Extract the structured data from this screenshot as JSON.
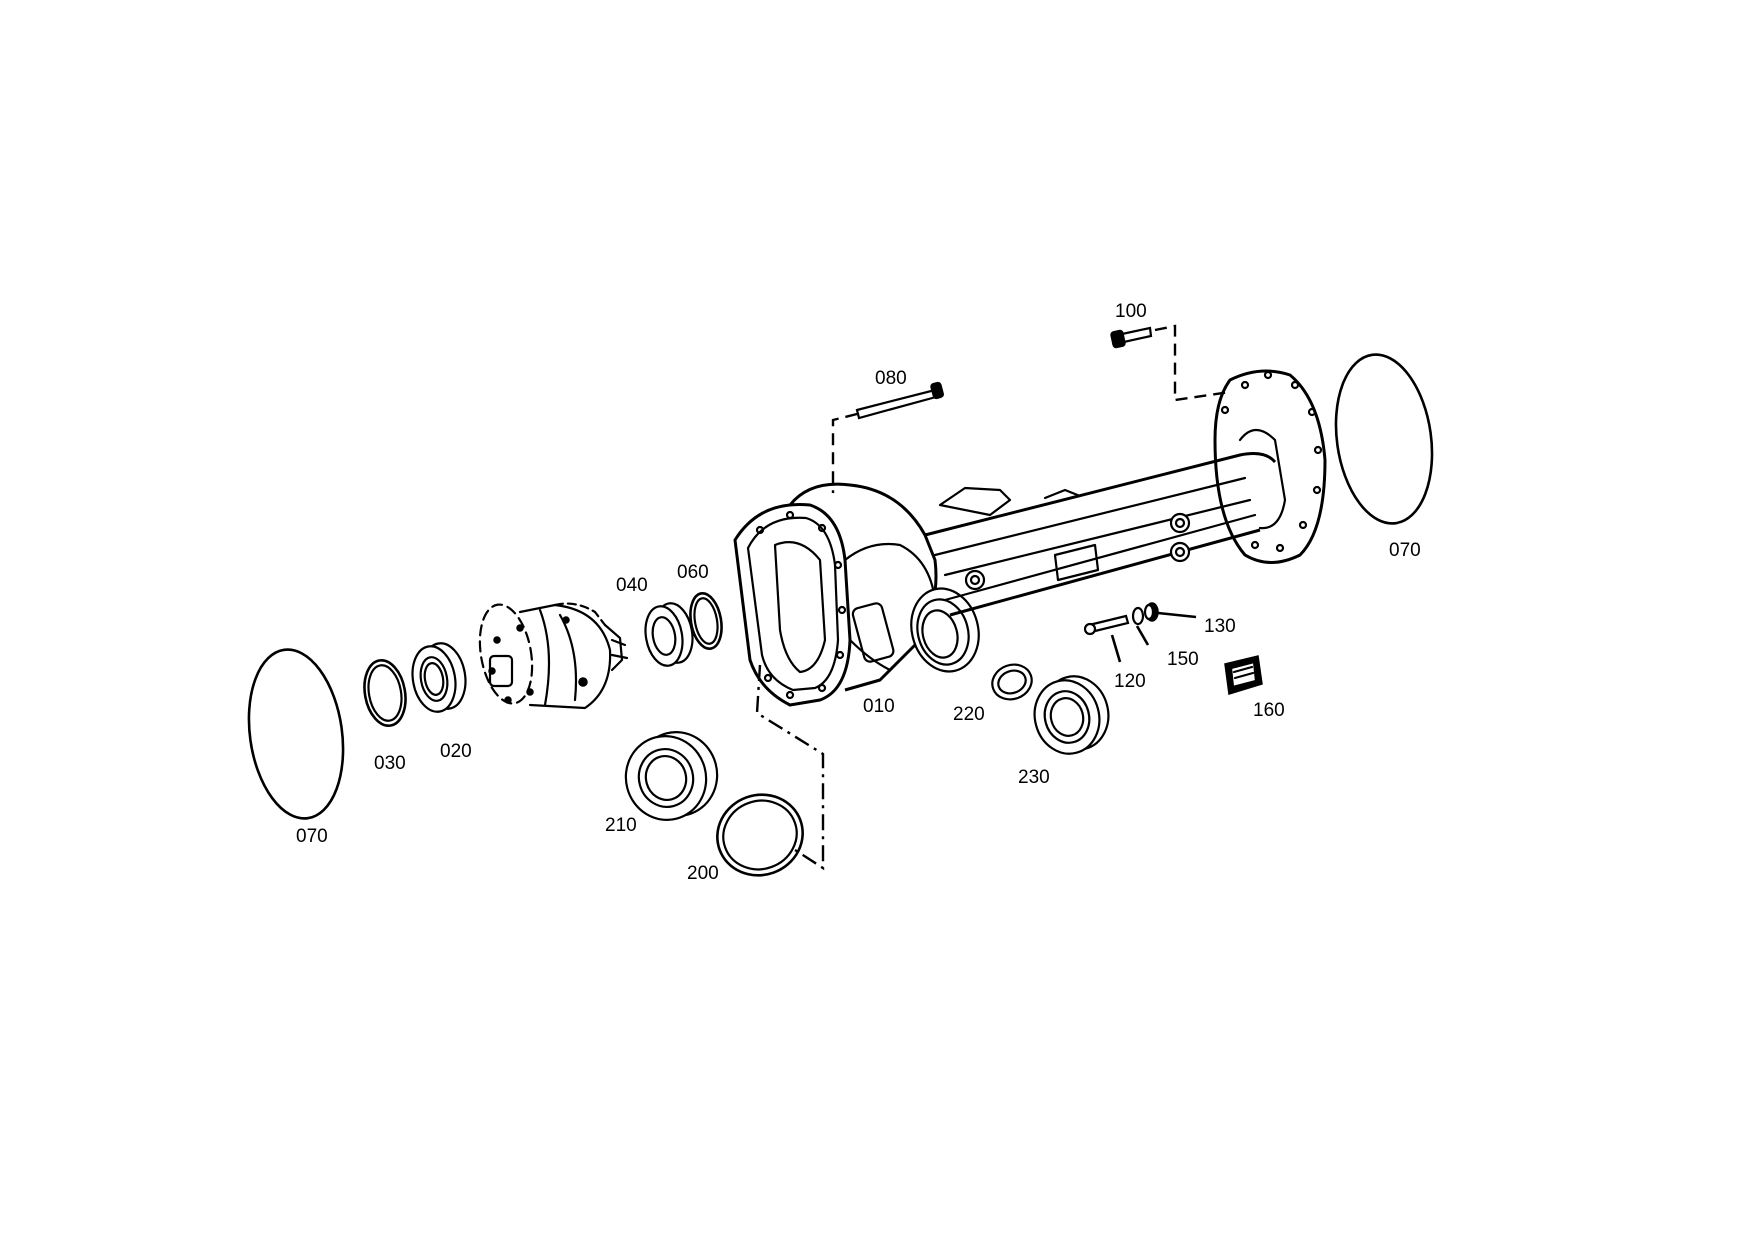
{
  "labels": {
    "p010": "010",
    "p020": "020",
    "p030": "030",
    "p040": "040",
    "p060": "060",
    "p070_left": "070",
    "p070_right": "070",
    "p080": "080",
    "p100": "100",
    "p120": "120",
    "p130": "130",
    "p150": "150",
    "p160": "160",
    "p200": "200",
    "p210": "210",
    "p220": "220",
    "p230": "230"
  }
}
